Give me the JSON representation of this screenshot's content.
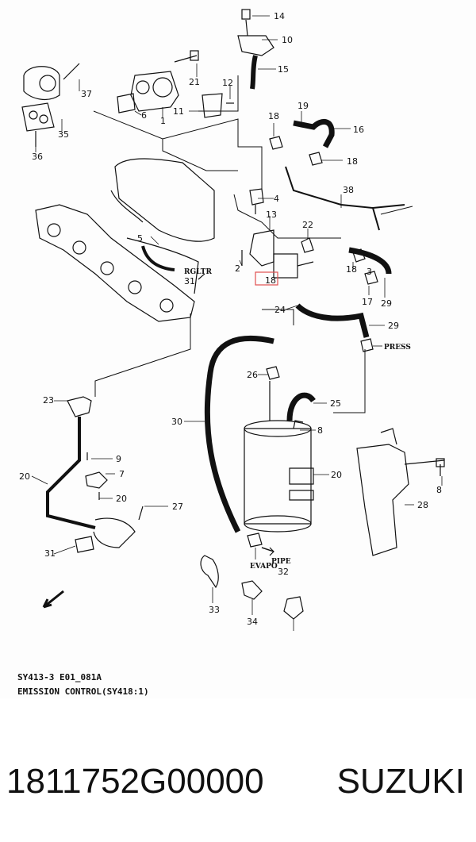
{
  "diagram": {
    "callouts": [
      "14",
      "10",
      "15",
      "21",
      "12",
      "37",
      "1",
      "6",
      "11",
      "35",
      "36",
      "19",
      "16",
      "18",
      "18",
      "3",
      "4",
      "38",
      "5",
      "13",
      "22",
      "2",
      "18",
      "18",
      "17",
      "29",
      "24",
      "29",
      "PRESS",
      "RGLTR",
      "31",
      "26",
      "25",
      "30",
      "8",
      "23",
      "20",
      "9",
      "7",
      "20",
      "20",
      "27",
      "28",
      "8",
      "31",
      "EVAPO",
      "PIPE",
      "32",
      "33",
      "34"
    ],
    "footer_code": "SY413-3 E01_081A",
    "footer_title": "EMISSION CONTROL(SY418:1)"
  },
  "colors": {
    "line": "#111111",
    "highlight": "#e05050"
  },
  "caption": {
    "part_number": "1811752G00000",
    "brand": "SUZUKI"
  }
}
